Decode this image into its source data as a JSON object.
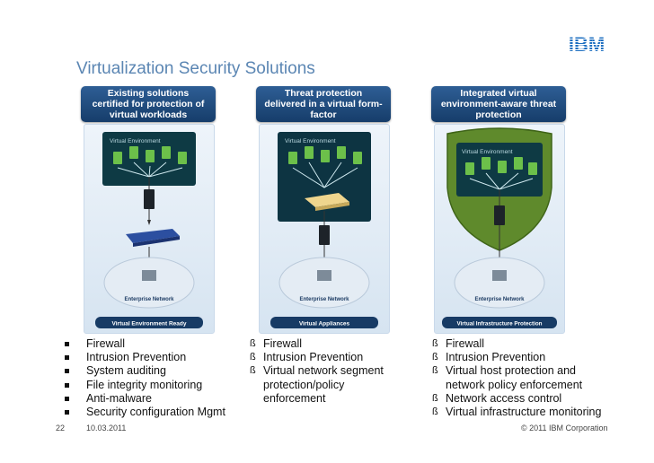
{
  "logo_text": "IBM",
  "title": "Virtualization Security Solutions",
  "columns": [
    {
      "header": [
        "Existing solutions",
        "certified for protection of",
        "virtual workloads"
      ],
      "env_label": "Virtual Environment",
      "network_label": "Enterprise Network",
      "caption": "Virtual Environment Ready",
      "marker": "square",
      "bullets": [
        "Firewall",
        "Intrusion Prevention",
        "System auditing",
        "File integrity monitoring",
        "Anti-malware",
        "Security configuration Mgmt"
      ]
    },
    {
      "header": [
        "Threat protection",
        "delivered in a virtual form-",
        "factor"
      ],
      "env_label": "Virtual Environment",
      "network_label": "Enterprise Network",
      "caption": "Virtual Appliances",
      "marker": "ß",
      "bullets": [
        "Firewall",
        "Intrusion Prevention",
        "Virtual network segment",
        "protection/policy",
        "enforcement"
      ]
    },
    {
      "header": [
        "Integrated virtual",
        "environment-aware threat",
        "protection"
      ],
      "env_label": "Virtual Environment",
      "network_label": "Enterprise Network",
      "caption": "Virtual Infrastructure Protection",
      "marker": "ß",
      "bullets": [
        "Firewall",
        "Intrusion Prevention",
        "Virtual host protection and",
        "network policy enforcement",
        "Network access control",
        "Virtual infrastructure monitoring"
      ]
    }
  ],
  "footer": {
    "page_number": "22",
    "date": "10.03.2011",
    "copyright": "© 2011 IBM Corporation"
  },
  "colors": {
    "title": "#5b86b3",
    "header_bg": "#1f4b7d",
    "ibm_blue": "#1f70c1",
    "shield_green": "#5f8a2c"
  }
}
